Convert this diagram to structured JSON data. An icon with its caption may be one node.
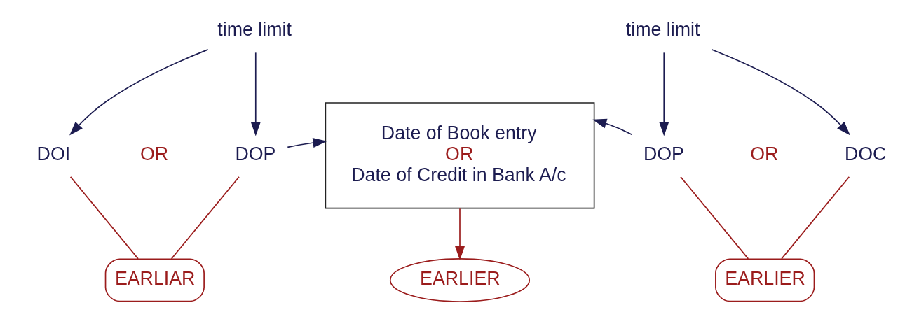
{
  "diagram": {
    "nodes": [
      {
        "text": [
          "time limit"
        ]
      },
      {
        "text": [
          "DOI"
        ]
      },
      {
        "text": [
          "DOP"
        ]
      },
      {
        "text": [
          "EARLIAR"
        ]
      },
      {
        "text": [
          "Date of Book entry",
          "OR",
          "Date of Credit in Bank A/c"
        ]
      },
      {
        "text": [
          "EARLIER"
        ]
      },
      {
        "text": [
          "time limit"
        ]
      },
      {
        "text": [
          "DOP"
        ]
      },
      {
        "text": [
          "DOC"
        ]
      },
      {
        "text": [
          "EARLIER"
        ]
      }
    ],
    "edges": [
      {
        "from": 0,
        "to": 1,
        "arrow": "to"
      },
      {
        "from": 0,
        "to": 2,
        "arrow": "to"
      },
      {
        "from": 1,
        "to": 3,
        "arrow": "none",
        "color": "#9b1c1c"
      },
      {
        "from": 2,
        "to": 3,
        "arrow": "none",
        "color": "#9b1c1c"
      },
      {
        "from": 2,
        "to": 4,
        "arrow": "to"
      },
      {
        "from": 7,
        "to": 4,
        "arrow": "to"
      },
      {
        "from": 4,
        "to": 5,
        "arrow": "to",
        "color": "#9b1c1c"
      },
      {
        "from": 6,
        "to": 7,
        "arrow": "to"
      },
      {
        "from": 6,
        "to": 8,
        "arrow": "to"
      },
      {
        "from": 7,
        "to": 9,
        "arrow": "none",
        "color": "#9b1c1c"
      },
      {
        "from": 8,
        "to": 9,
        "arrow": "none",
        "color": "#9b1c1c"
      }
    ],
    "labels": [
      "OR",
      "OR"
    ]
  }
}
